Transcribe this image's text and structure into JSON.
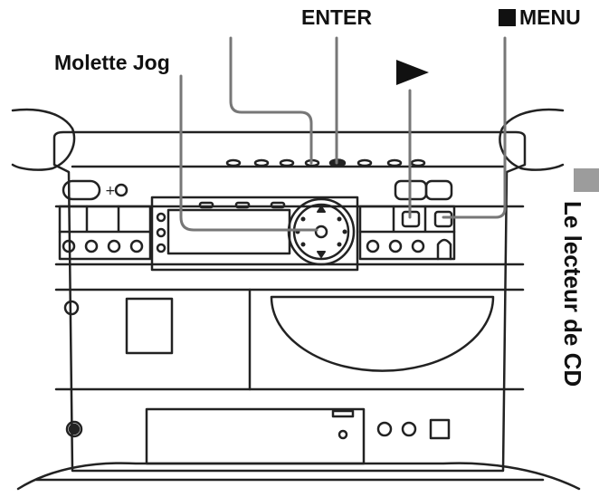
{
  "labels": {
    "enter": "ENTER",
    "menu": "MENU",
    "jog": "Molette Jog"
  },
  "side_title": "Le lecteur de CD",
  "icons": {
    "play": "play-triangle-icon",
    "stop": "stop-square-icon"
  },
  "colors": {
    "outline": "#222222",
    "leader_line": "#777777",
    "side_tab": "#9c9c9c",
    "background": "#ffffff"
  }
}
